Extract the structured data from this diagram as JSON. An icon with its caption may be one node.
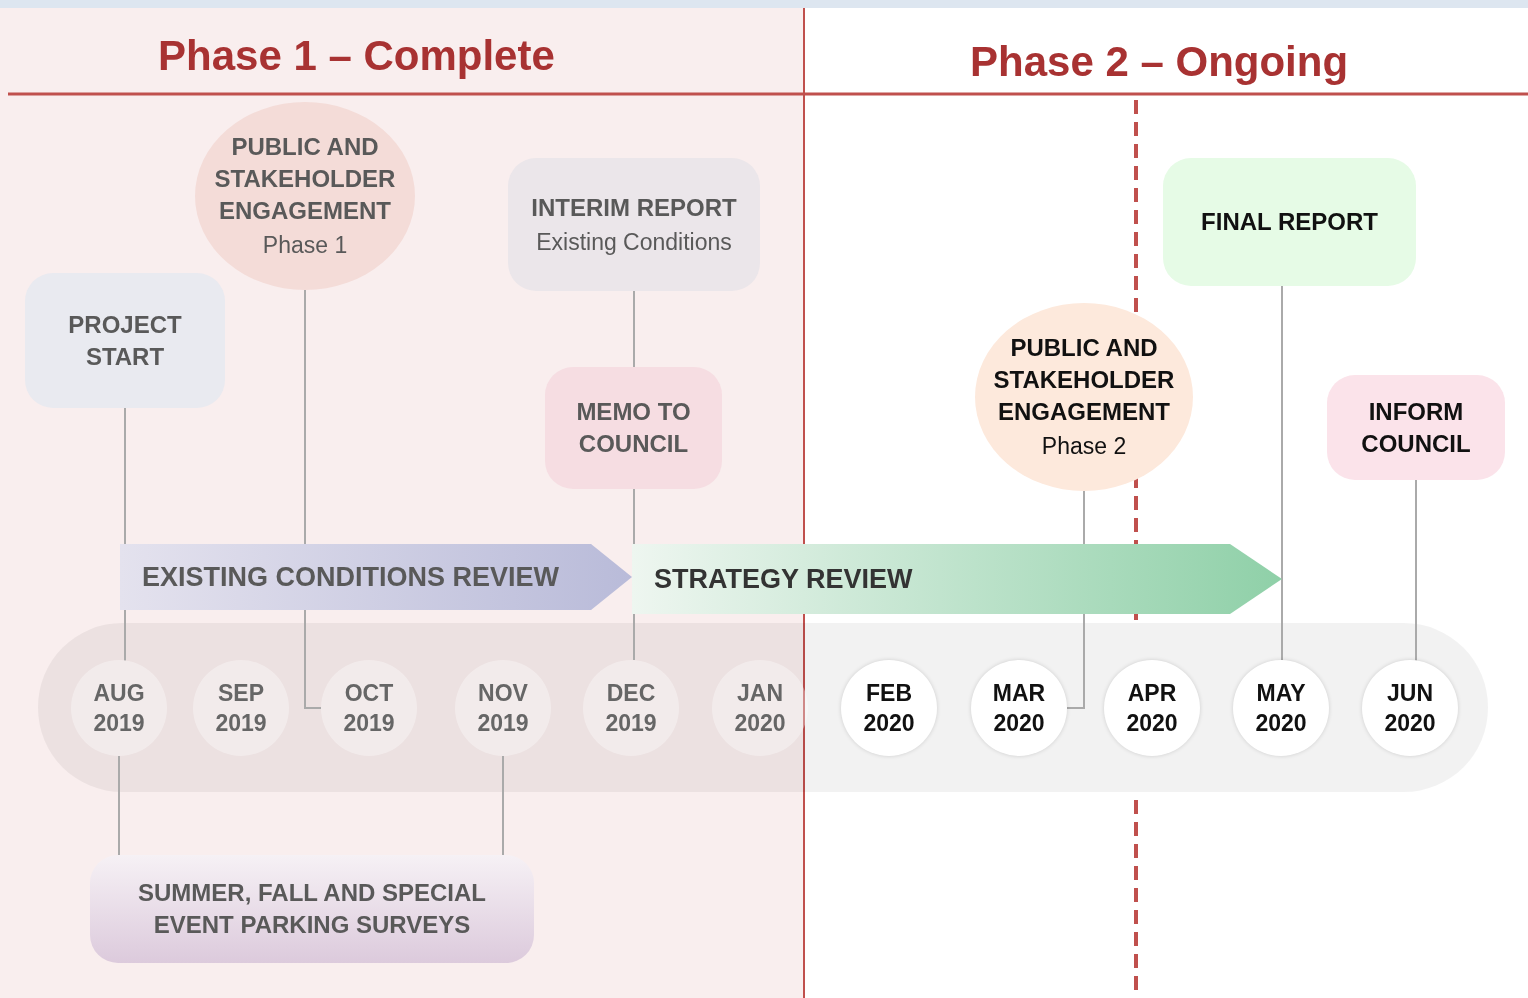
{
  "diagram": {
    "nodes": [
      {
        "text": [
          "Phase 1 – Complete"
        ]
      },
      {
        "text": [
          "Phase 2 – Ongoing"
        ]
      },
      {
        "text": [
          "PROJECT START"
        ],
        "in": 0
      },
      {
        "text": [
          "PUBLIC AND STAKEHOLDER ENGAGEMENT",
          "Phase 1"
        ],
        "in": 0
      },
      {
        "text": [
          "INTERIM REPORT",
          "Existing Conditions"
        ],
        "in": 0
      },
      {
        "text": [
          "MEMO TO COUNCIL"
        ],
        "in": 0
      },
      {
        "text": [
          "FINAL REPORT"
        ],
        "in": 1
      },
      {
        "text": [
          "PUBLIC AND STAKEHOLDER ENGAGEMENT",
          "Phase 2"
        ],
        "in": 1
      },
      {
        "text": [
          "INFORM COUNCIL"
        ],
        "in": 1
      },
      {
        "text": [
          "EXISTING CONDITIONS REVIEW"
        ],
        "in": 0
      },
      {
        "text": [
          "STRATEGY REVIEW"
        ]
      },
      {
        "text": [],
        "shape": "bar"
      },
      {
        "text": [
          "AUG 2019"
        ]
      },
      {
        "text": [
          "SEP 2019"
        ]
      },
      {
        "text": [
          "OCT 2019"
        ]
      },
      {
        "text": [
          "NOV 2019"
        ]
      },
      {
        "text": [
          "DEC 2019"
        ]
      },
      {
        "text": [
          "JAN 2020"
        ]
      },
      {
        "text": [
          "FEB 2020"
        ]
      },
      {
        "text": [
          "MAR 2020"
        ]
      },
      {
        "text": [
          "APR 2020"
        ]
      },
      {
        "text": [
          "MAY 2020"
        ]
      },
      {
        "text": [
          "JUN 2020"
        ]
      },
      {
        "text": [
          "SUMMER, FALL AND SPECIAL EVENT PARKING SURVEYS"
        ],
        "in": 0
      }
    ],
    "edges": [
      {
        "from": 2,
        "to": 12,
        "arrow": "none"
      },
      {
        "from": 3,
        "to": 14,
        "arrow": "none"
      },
      {
        "from": 4,
        "to": 5,
        "arrow": "none"
      },
      {
        "from": 5,
        "to": 16,
        "arrow": "none"
      },
      {
        "from": 7,
        "to": 19,
        "arrow": "none"
      },
      {
        "from": 6,
        "to": 21,
        "arrow": "none"
      },
      {
        "from": 8,
        "to": 22,
        "arrow": "none"
      },
      {
        "from": 12,
        "to": 23,
        "arrow": "none"
      },
      {
        "from": 15,
        "to": 23,
        "arrow": "none"
      }
    ]
  }
}
